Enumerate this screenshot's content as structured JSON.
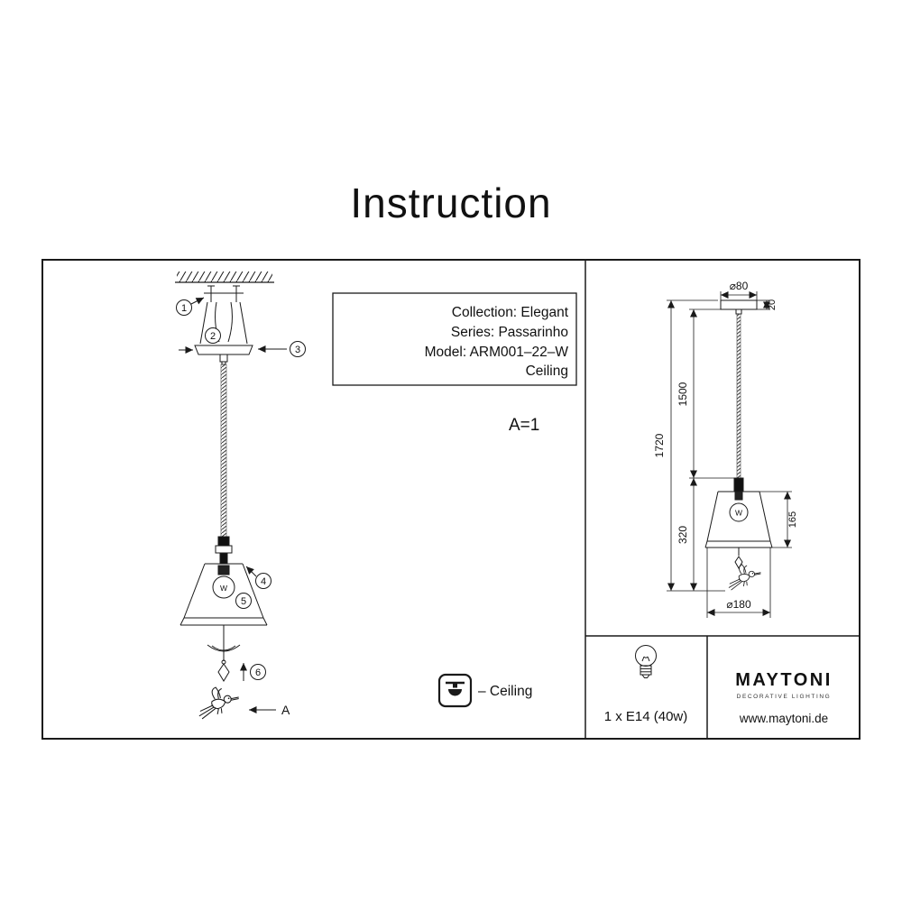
{
  "title": "Instruction",
  "info_box": {
    "lines": [
      "Collection: Elegant",
      "Series: Passarinho",
      "Model: ARM001–22–W",
      "Ceiling"
    ]
  },
  "scale_note": "A=1",
  "exploded": {
    "steps": [
      "1",
      "2",
      "3",
      "4",
      "5",
      "6"
    ],
    "bulb_label": "W",
    "detail_label": "A"
  },
  "dimensions": {
    "canopy_diameter": "⌀80",
    "canopy_height": "20",
    "cord_length": "1500",
    "total_height": "1720",
    "lower_section": "320",
    "shade_height": "165",
    "shade_diameter": "⌀180",
    "bulb_label": "W"
  },
  "legend": {
    "ceiling_label": "– Ceiling"
  },
  "footer": {
    "bulb_spec": "1 x E14 (40w)",
    "brand": "MAYTONI",
    "brand_tagline": "DECORATIVE LIGHTING",
    "website": "www.maytoni.de"
  }
}
